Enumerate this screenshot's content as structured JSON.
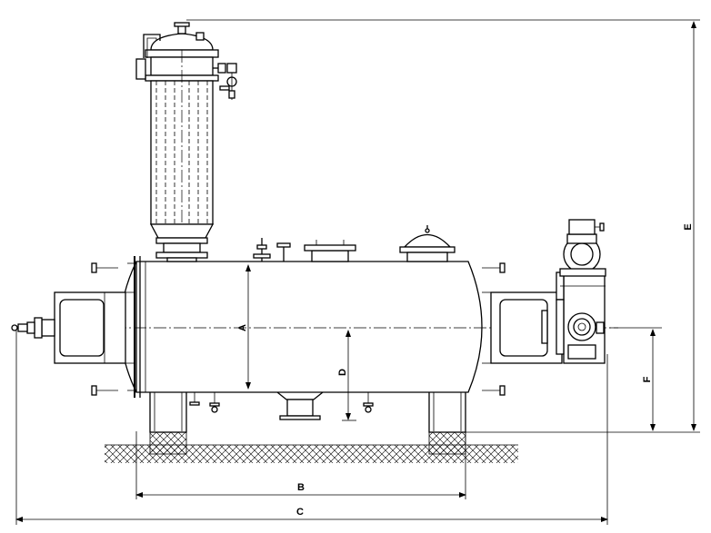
{
  "drawing": {
    "dimension_labels": {
      "A": "A",
      "B": "B",
      "C": "C",
      "D": "D",
      "E": "E",
      "F": "F"
    }
  }
}
